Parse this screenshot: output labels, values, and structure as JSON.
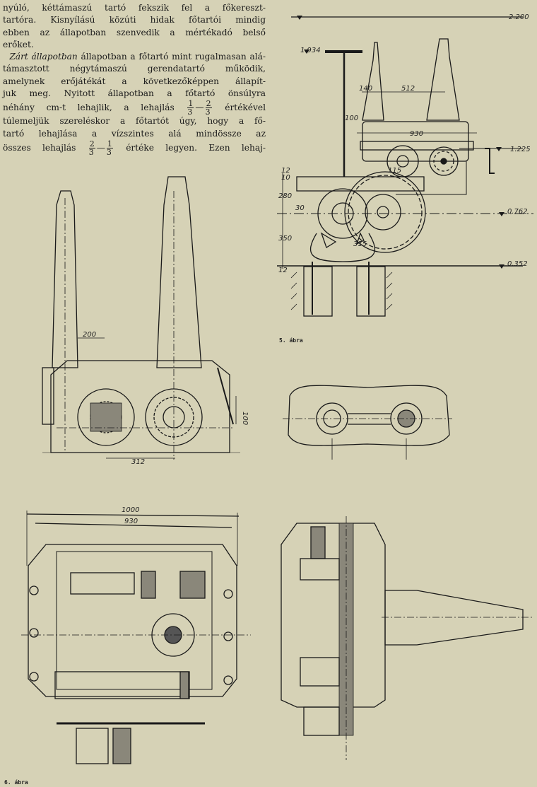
{
  "paragraph": {
    "lines": [
      "nyúló, kéttámaszú tartó fekszik fel a főkereszt-",
      "tartóra. Kisnyílású közúti hidak főtartói mindig",
      "ebben az állapotban szenvedik a mértékadó belső",
      "erőket.",
      "állapotban a főtartó mint rugalmasan alá-",
      "támasztott négytámaszú gerendatartó működik,",
      "amelynek erőjátékát a következőképpen állapít-",
      "juk meg. Nyitott állapotban a főtartó önsúlyra",
      "néhány cm-t lehajlik, a lehajlás",
      "értékével",
      "túlemeljük szereléskor a főtartót úgy, hogy a fő-",
      "tartó lehajlása a vízszintes alá mindössze az",
      "összes lehajlás",
      "értéke legyen. Ezen lehaj-"
    ],
    "italic_lead": "Zárt",
    "italic_lead2": "állapotban",
    "fraction1": {
      "a_num": "1",
      "a_den": "3",
      "sep": "—",
      "b_num": "2",
      "b_den": "3"
    },
    "fraction2": {
      "a_num": "2",
      "a_den": "3",
      "sep": "—",
      "b_num": "1",
      "b_den": "3"
    }
  },
  "figure5": {
    "caption": "5. ábra",
    "levels": [
      "2.200",
      "1.934",
      "1.225",
      "0.762",
      "0.352"
    ],
    "dims": [
      "140",
      "512",
      "100",
      "930",
      "115",
      "10",
      "12",
      "280",
      "30",
      "350",
      "315",
      "12"
    ]
  },
  "figure_mid": {
    "dims": [
      "200",
      "100",
      "312"
    ]
  },
  "figure6": {
    "caption": "6. ábra",
    "dims": [
      "1000",
      "930"
    ]
  },
  "colors": {
    "paper": "#d6d2b6",
    "ink": "#1a1a1a"
  }
}
